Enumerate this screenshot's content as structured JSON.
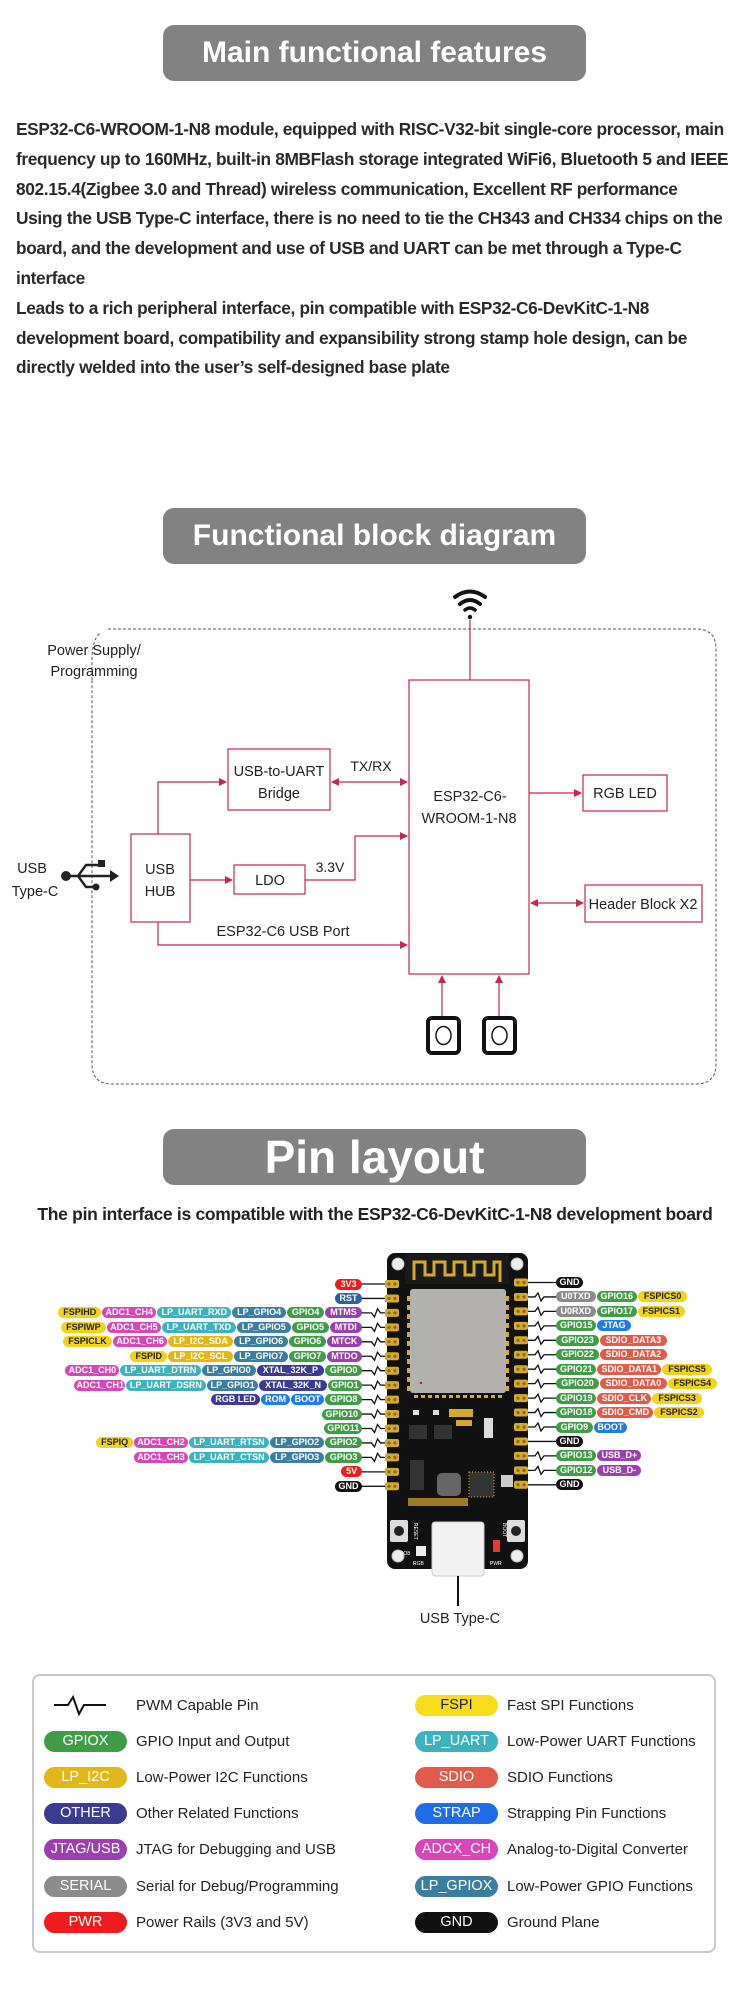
{
  "sections": {
    "features_title": "Main functional features",
    "block_title": "Functional block diagram",
    "pin_title": "Pin layout"
  },
  "features": [
    "ESP32-C6-WROOM-1-N8 module, equipped with RISC-V32-bit single-core processor, main frequency up to 160MHz, built-in 8MBFlash storage integrated WiFi6, Bluetooth 5 and IEEE 802.15.4(Zigbee 3.0 and Thread) wireless communication, Excellent RF performance",
    "Using the USB Type-C interface, there is no need to tie the CH343 and CH334 chips on the board, and the development and use of USB and UART can be met through a Type-C interface",
    "Leads to a rich peripheral interface, pin compatible with ESP32-C6-DevKitC-1-N8 development board, compatibility and expansibility strong stamp hole design, can be directly welded into the user’s self-designed base plate"
  ],
  "block_diagram": {
    "power_label_1": "Power Supply/",
    "power_label_2": "Programming",
    "usb_label_1": "USB",
    "usb_label_2": "Type-C",
    "hub_1": "USB",
    "hub_2": "HUB",
    "bridge_1": "USB-to-UART",
    "bridge_2": "Bridge",
    "txrx": "TX/RX",
    "ldo": "LDO",
    "v33": "3.3V",
    "usb_port": "ESP32-C6 USB Port",
    "esp_1": "ESP32-C6-",
    "esp_2": "WROOM-1-N8",
    "rgb_led": "RGB LED",
    "header": "Header Block X2",
    "line_color": "#c8254f"
  },
  "pin_subtitle": "The pin interface is compatible with the ESP32-C6-DevKitC-1-N8 development board",
  "usb_typec_label": "USB Type-C",
  "colors": {
    "PWR": "#ee1c1c",
    "GND": "#111111",
    "GPIO": "#3f9e45",
    "FSPI": "#f2d21a",
    "ADC": "#d946b9",
    "LP_UART": "#3ab3bf",
    "LP_GPIO": "#3a7fa0",
    "LP_I2C": "#e3b71a",
    "JTAG": "#9b40b0",
    "OTHER": "#3b3a94",
    "STRAP": "#1f7de8",
    "SDIO": "#e25a48",
    "SERIAL": "#8c8c8c",
    "RST": "#2a62a6"
  },
  "left_pins": [
    {
      "pwm": false,
      "labels": [
        {
          "t": "3V3",
          "c": "PWR"
        }
      ]
    },
    {
      "pwm": false,
      "labels": [
        {
          "t": "RST",
          "c": "RST"
        }
      ]
    },
    {
      "pwm": true,
      "labels": [
        {
          "t": "MTMS",
          "c": "JTAG"
        },
        {
          "t": "GPIO4",
          "c": "GPIO"
        },
        {
          "t": "LP_GPIO4",
          "c": "LP_GPIO"
        },
        {
          "t": "LP_UART_RXD",
          "c": "LP_UART"
        },
        {
          "t": "ADC1_CH4",
          "c": "ADC"
        },
        {
          "t": "FSPIHD",
          "c": "FSPI"
        }
      ]
    },
    {
      "pwm": true,
      "labels": [
        {
          "t": "MTDI",
          "c": "JTAG"
        },
        {
          "t": "GPIO5",
          "c": "GPIO"
        },
        {
          "t": "LP_GPIO5",
          "c": "LP_GPIO"
        },
        {
          "t": "LP_UART_TXD",
          "c": "LP_UART"
        },
        {
          "t": "ADC1_CH5",
          "c": "ADC"
        },
        {
          "t": "FSPIWP",
          "c": "FSPI"
        }
      ]
    },
    {
      "pwm": true,
      "labels": [
        {
          "t": "MTCK",
          "c": "JTAG"
        },
        {
          "t": "GPIO6",
          "c": "GPIO"
        },
        {
          "t": "LP_GPIO6",
          "c": "LP_GPIO"
        },
        {
          "t": "LP_I2C_SDA",
          "c": "LP_I2C"
        },
        {
          "t": "ADC1_CH6",
          "c": "ADC"
        },
        {
          "t": "FSPICLK",
          "c": "FSPI"
        }
      ]
    },
    {
      "pwm": true,
      "labels": [
        {
          "t": "MTDO",
          "c": "JTAG"
        },
        {
          "t": "GPIO7",
          "c": "GPIO"
        },
        {
          "t": "LP_GPIO7",
          "c": "LP_GPIO"
        },
        {
          "t": "LP_I2C_SCL",
          "c": "LP_I2C"
        },
        {
          "t": "FSPID",
          "c": "FSPI"
        }
      ]
    },
    {
      "pwm": true,
      "labels": [
        {
          "t": "GPIO0",
          "c": "GPIO"
        },
        {
          "t": "XTAL_32K_P",
          "c": "OTHER"
        },
        {
          "t": "LP_GPIO0",
          "c": "LP_GPIO"
        },
        {
          "t": "LP_UART_DTRN",
          "c": "LP_UART"
        },
        {
          "t": "ADC1_CH0",
          "c": "ADC"
        }
      ]
    },
    {
      "pwm": true,
      "labels": [
        {
          "t": "GPIO1",
          "c": "GPIO"
        },
        {
          "t": "XTAL_32K_N",
          "c": "OTHER"
        },
        {
          "t": "LP_GPIO1",
          "c": "LP_GPIO"
        },
        {
          "t": "LP_UART_DSRN",
          "c": "LP_UART"
        },
        {
          "t": "ADC1_CH1",
          "c": "ADC"
        }
      ]
    },
    {
      "pwm": true,
      "labels": [
        {
          "t": "GPIO8",
          "c": "GPIO"
        },
        {
          "t": "BOOT",
          "c": "STRAP"
        },
        {
          "t": "ROM",
          "c": "STRAP"
        },
        {
          "t": "RGB LED",
          "c": "OTHER"
        }
      ]
    },
    {
      "pwm": true,
      "labels": [
        {
          "t": "GPIO10",
          "c": "GPIO"
        }
      ]
    },
    {
      "pwm": true,
      "labels": [
        {
          "t": "GPIO11",
          "c": "GPIO"
        }
      ]
    },
    {
      "pwm": true,
      "labels": [
        {
          "t": "GPIO2",
          "c": "GPIO"
        },
        {
          "t": "LP_GPIO2",
          "c": "LP_GPIO"
        },
        {
          "t": "LP_UART_RTSN",
          "c": "LP_UART"
        },
        {
          "t": "ADC1_CH2",
          "c": "ADC"
        },
        {
          "t": "FSPIQ",
          "c": "FSPI"
        }
      ]
    },
    {
      "pwm": true,
      "labels": [
        {
          "t": "GPIO3",
          "c": "GPIO"
        },
        {
          "t": "LP_GPIO3",
          "c": "LP_GPIO"
        },
        {
          "t": "LP_UART_CTSN",
          "c": "LP_UART"
        },
        {
          "t": "ADC1_CH3",
          "c": "ADC"
        }
      ]
    },
    {
      "pwm": false,
      "labels": [
        {
          "t": "5V",
          "c": "PWR"
        }
      ]
    },
    {
      "pwm": false,
      "labels": [
        {
          "t": "GND",
          "c": "GND"
        }
      ]
    }
  ],
  "right_pins": [
    {
      "pwm": false,
      "labels": [
        {
          "t": "GND",
          "c": "GND"
        }
      ]
    },
    {
      "pwm": true,
      "labels": [
        {
          "t": "U0TXD",
          "c": "SERIAL"
        },
        {
          "t": "GPIO16",
          "c": "GPIO"
        },
        {
          "t": "FSPICS0",
          "c": "FSPI"
        }
      ]
    },
    {
      "pwm": true,
      "labels": [
        {
          "t": "U0RXD",
          "c": "SERIAL"
        },
        {
          "t": "GPIO17",
          "c": "GPIO"
        },
        {
          "t": "FSPICS1",
          "c": "FSPI"
        }
      ]
    },
    {
      "pwm": true,
      "labels": [
        {
          "t": "GPIO15",
          "c": "GPIO"
        },
        {
          "t": "JTAG",
          "c": "STRAP"
        }
      ]
    },
    {
      "pwm": true,
      "labels": [
        {
          "t": "GPIO23",
          "c": "GPIO"
        },
        {
          "t": "SDIO_DATA3",
          "c": "SDIO"
        }
      ]
    },
    {
      "pwm": true,
      "labels": [
        {
          "t": "GPIO22",
          "c": "GPIO"
        },
        {
          "t": "SDIO_DATA2",
          "c": "SDIO"
        }
      ]
    },
    {
      "pwm": true,
      "labels": [
        {
          "t": "GPIO21",
          "c": "GPIO"
        },
        {
          "t": "SDIO_DATA1",
          "c": "SDIO"
        },
        {
          "t": "FSPICS5",
          "c": "FSPI"
        }
      ]
    },
    {
      "pwm": true,
      "labels": [
        {
          "t": "GPIO20",
          "c": "GPIO"
        },
        {
          "t": "SDIO_DATA0",
          "c": "SDIO"
        },
        {
          "t": "FSPICS4",
          "c": "FSPI"
        }
      ]
    },
    {
      "pwm": true,
      "labels": [
        {
          "t": "GPIO19",
          "c": "GPIO"
        },
        {
          "t": "SDIO_CLK",
          "c": "SDIO"
        },
        {
          "t": "FSPICS3",
          "c": "FSPI"
        }
      ]
    },
    {
      "pwm": true,
      "labels": [
        {
          "t": "GPIO18",
          "c": "GPIO"
        },
        {
          "t": "SDIO_CMD",
          "c": "SDIO"
        },
        {
          "t": "FSPICS2",
          "c": "FSPI"
        }
      ]
    },
    {
      "pwm": true,
      "labels": [
        {
          "t": "GPIO9",
          "c": "GPIO"
        },
        {
          "t": "BOOT",
          "c": "STRAP"
        }
      ]
    },
    {
      "pwm": false,
      "labels": [
        {
          "t": "GND",
          "c": "GND"
        }
      ]
    },
    {
      "pwm": true,
      "labels": [
        {
          "t": "GPIO13",
          "c": "GPIO"
        },
        {
          "t": "USB_D+",
          "c": "JTAG"
        }
      ]
    },
    {
      "pwm": true,
      "labels": [
        {
          "t": "GPIO12",
          "c": "GPIO"
        },
        {
          "t": "USB_D-",
          "c": "JTAG"
        }
      ]
    },
    {
      "pwm": false,
      "labels": [
        {
          "t": "GND",
          "c": "GND"
        }
      ]
    }
  ],
  "board_silk": {
    "reset": "RESET",
    "boot": "BOOT",
    "rgb": "RGB",
    "pwr": "PWR",
    "io8": "IO8",
    "nc": "NC"
  },
  "legend": {
    "left": [
      {
        "pill": "",
        "icon": "pwm-wave-icon",
        "text": "PWM Capable Pin",
        "color": ""
      },
      {
        "pill": "GPIOX",
        "text": "GPIO Input and Output",
        "color": "#3f9e45",
        "dark": false
      },
      {
        "pill": "LP_I2C",
        "text": "Low-Power I2C Functions",
        "color": "#e3b71a",
        "dark": false
      },
      {
        "pill": "OTHER",
        "text": "Other Related Functions",
        "color": "#3b3a94",
        "dark": false
      },
      {
        "pill": "JTAG/USB",
        "text": "JTAG for Debugging and USB",
        "color": "#9b40b0",
        "dark": false
      },
      {
        "pill": "SERIAL",
        "text": "Serial for Debug/Programming",
        "color": "#8c8c8c",
        "dark": false
      },
      {
        "pill": "PWR",
        "text": "Power Rails (3V3 and 5V)",
        "color": "#ee1c1c",
        "dark": false
      }
    ],
    "right": [
      {
        "pill": "FSPI",
        "text": "Fast SPI Functions",
        "color": "#f7dc1c",
        "dark": true
      },
      {
        "pill": "LP_UART",
        "text": "Low-Power UART Functions",
        "color": "#3ab3bf",
        "dark": false
      },
      {
        "pill": "SDIO",
        "text": "SDIO Functions",
        "color": "#e25a48",
        "dark": false
      },
      {
        "pill": "STRAP",
        "text": "Strapping Pin Functions",
        "color": "#1f6ee8",
        "dark": false
      },
      {
        "pill": "ADCX_CH",
        "text": "Analog-to-Digital Converter",
        "color": "#d946b9",
        "dark": false
      },
      {
        "pill": "LP_GPIOX",
        "text": "Low-Power GPIO Functions",
        "color": "#3a7fa0",
        "dark": false
      },
      {
        "pill": "GND",
        "text": "Ground Plane",
        "color": "#111111",
        "dark": false
      }
    ]
  }
}
